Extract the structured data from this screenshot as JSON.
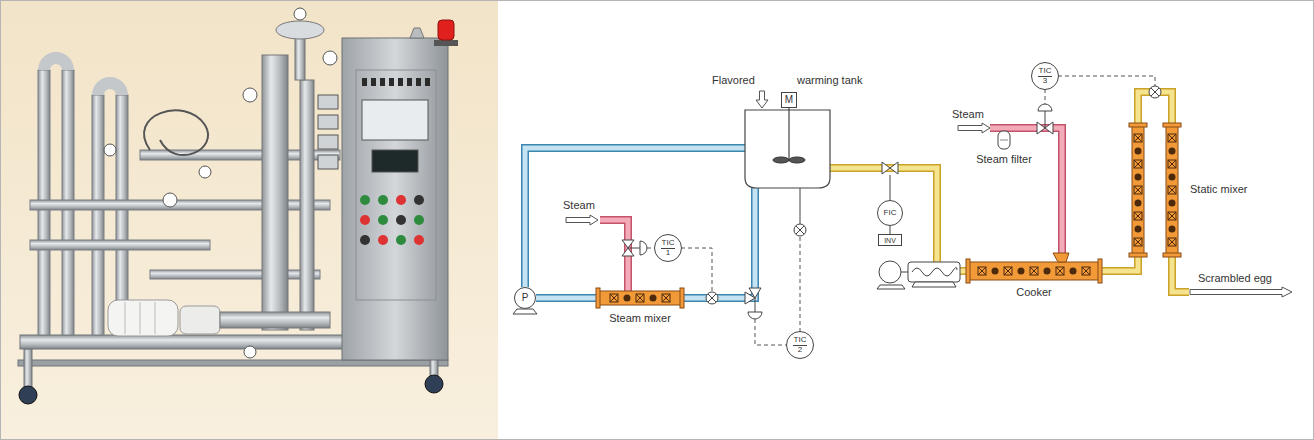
{
  "diagram": {
    "nodes": [
      {
        "text": [
          "warming tank"
        ]
      },
      {
        "text": [
          "M"
        ]
      },
      {
        "text": [
          "TIC",
          "1"
        ]
      },
      {
        "text": [
          "TIC",
          "2"
        ]
      },
      {
        "text": [
          "TIC",
          "3"
        ]
      },
      {
        "text": [
          "FIC"
        ]
      },
      {
        "text": [
          "INV"
        ]
      },
      {
        "text": [
          "P"
        ]
      },
      {
        "text": [
          "Steam mixer"
        ]
      },
      {
        "text": [
          "Steam filter"
        ]
      },
      {
        "text": [
          "Cooker"
        ]
      },
      {
        "text": [
          "Static mixer"
        ]
      }
    ],
    "edges": [
      {
        "from": 0,
        "to": 7,
        "arrow": "none"
      },
      {
        "from": 7,
        "to": 8,
        "arrow": "none"
      },
      {
        "from": 8,
        "to": 0,
        "arrow": "none"
      },
      {
        "from": 0,
        "to": 10,
        "arrow": "none"
      },
      {
        "from": 5,
        "to": 6,
        "arrow": "none"
      },
      {
        "from": 9,
        "to": 10,
        "arrow": "none"
      },
      {
        "from": 10,
        "to": 11,
        "arrow": "none"
      }
    ],
    "labels": [
      "Flavored",
      "Steam",
      "Steam",
      "Scrambled egg"
    ]
  }
}
